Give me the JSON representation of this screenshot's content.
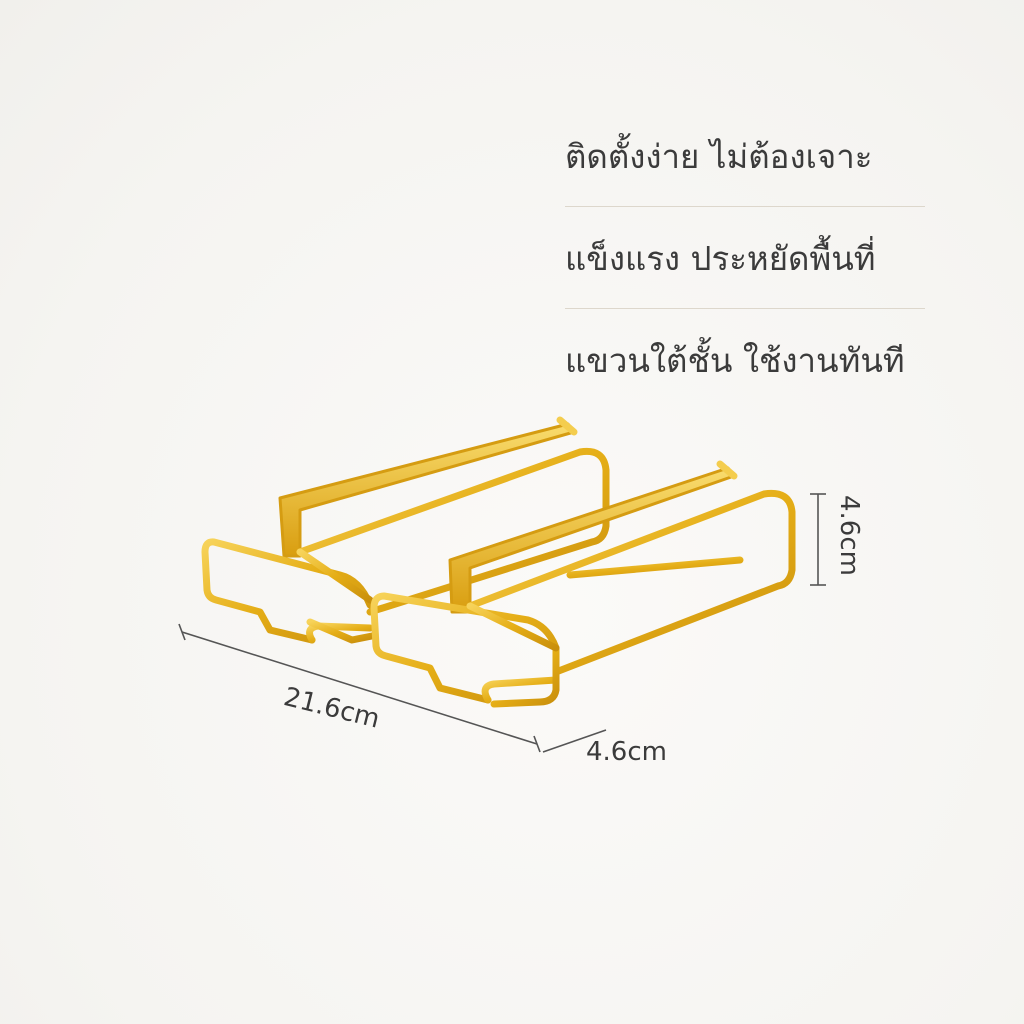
{
  "features": [
    "ติดตั้งง่าย ไม่ต้องเจาะ",
    "แข็งแรง ประหยัดพื้นที่",
    "แขวนใต้ชั้น ใช้งานทันที"
  ],
  "dimensions": {
    "length": "21.6cm",
    "depth": "4.6cm",
    "height": "4.6cm"
  },
  "colors": {
    "background": "#f7f6f3",
    "gold": "#e8b31c",
    "text": "#3b3b3b"
  }
}
